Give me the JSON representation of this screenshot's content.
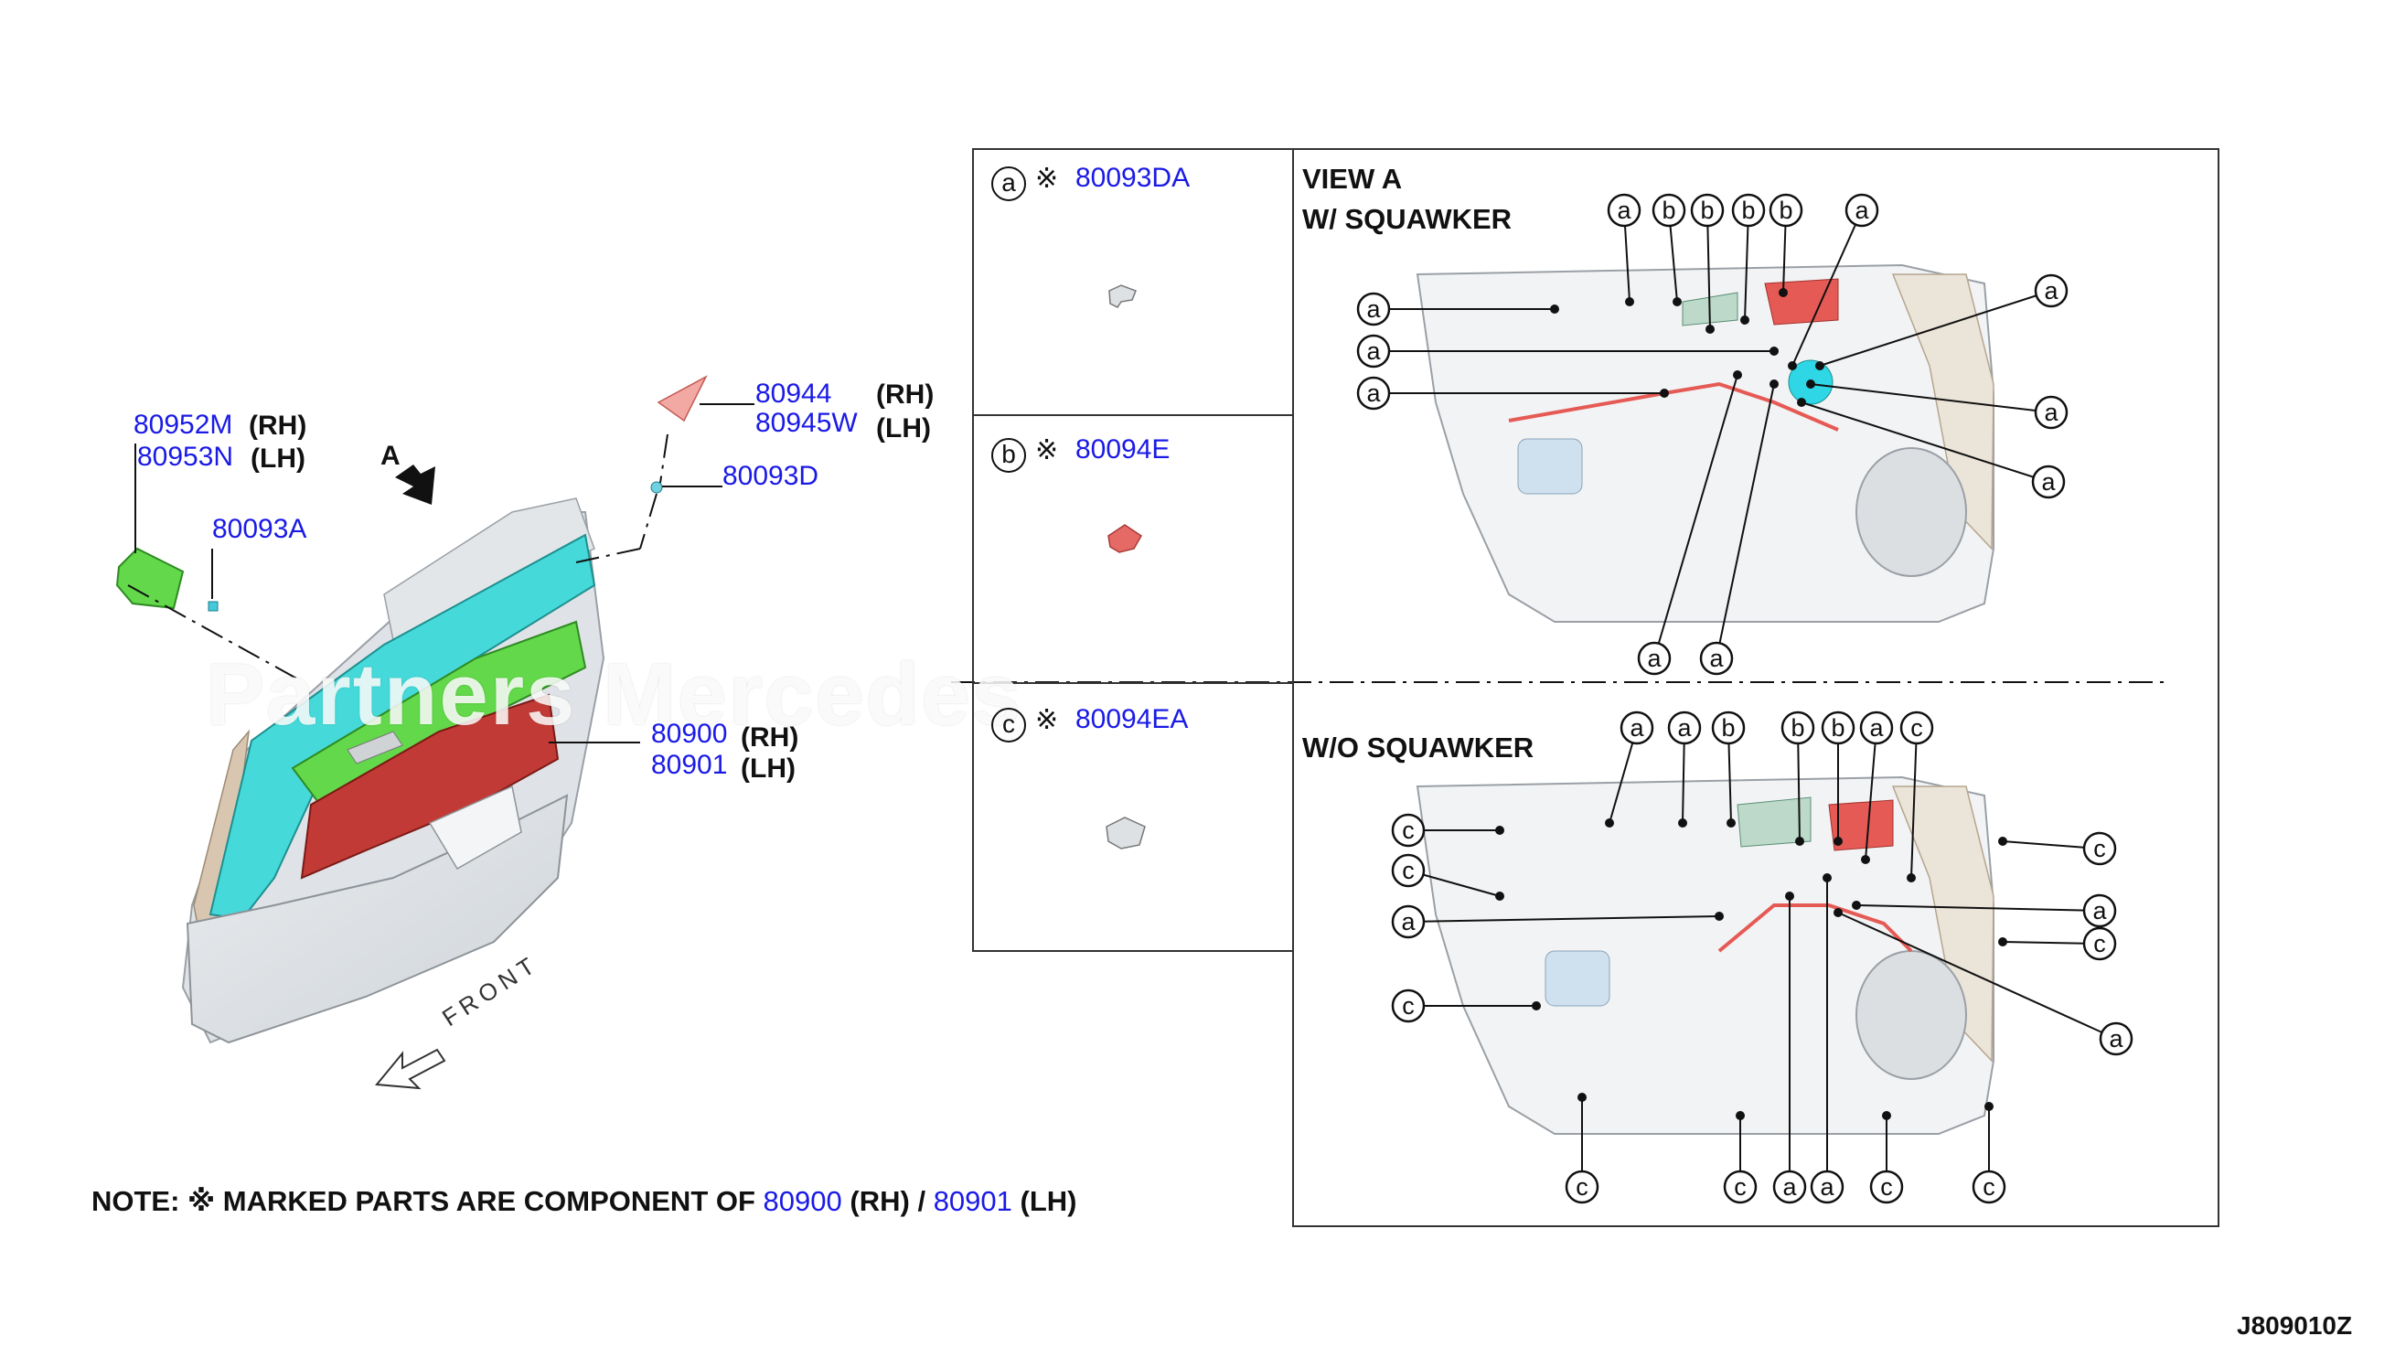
{
  "main_parts": {
    "p80952m": "80952M",
    "rh1": "(RH)",
    "p80953n": "80953N",
    "lh1": "(LH)",
    "p80093a": "80093A",
    "view_a": "A",
    "p80944": "80944",
    "rh2": "(RH)",
    "p80945w": "80945W",
    "lh2": "(LH)",
    "p80093d": "80093D",
    "p80900": "80900",
    "rh3": "(RH)",
    "p80901": "80901",
    "lh3": "(LH)",
    "front": "FRONT"
  },
  "legend": [
    {
      "letter": "a",
      "mark": "※",
      "part": "80093DA"
    },
    {
      "letter": "b",
      "mark": "※",
      "part": "80094E"
    },
    {
      "letter": "c",
      "mark": "※",
      "part": "80094EA"
    }
  ],
  "view_a": {
    "title1": "VIEW A",
    "title2": "W/ SQUAWKER",
    "title3": "W/O SQUAWKER"
  },
  "note": {
    "prefix": "NOTE: ※ MARKED PARTS ARE COMPONENT OF",
    "part1": "80900",
    "rh": "(RH)",
    "slash": "/",
    "part2": "80901",
    "lh": "(LH)"
  },
  "code": "J809010Z",
  "watermark": "Partners Mercedes"
}
